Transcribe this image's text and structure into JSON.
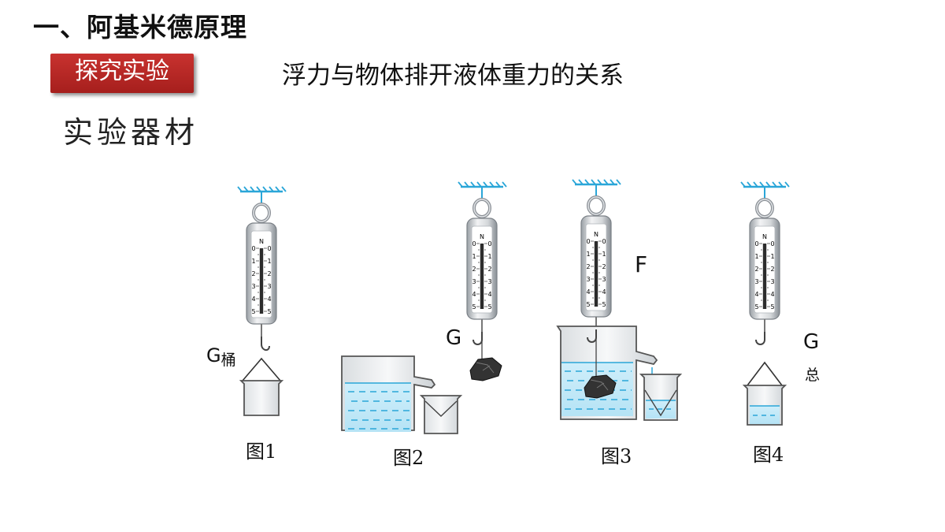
{
  "header": {
    "title": "一、阿基米德原理",
    "badge": "探究实验",
    "subtitle": "浮力与物体排开液体重力的关系",
    "section": "实验器材"
  },
  "scale": {
    "unit": "N",
    "ticks": [
      "0",
      "1",
      "2",
      "3",
      "4",
      "5"
    ]
  },
  "figures": [
    {
      "caption": "图1",
      "label": "G",
      "label_sub": "桶"
    },
    {
      "caption": "图2",
      "label": "G"
    },
    {
      "caption": "图3",
      "label": "F"
    },
    {
      "caption": "图4",
      "label": "G",
      "label_sub": "总"
    }
  ],
  "colors": {
    "accent_red": "#b52624",
    "water": "#2aa6d8",
    "glass": "#555555"
  }
}
